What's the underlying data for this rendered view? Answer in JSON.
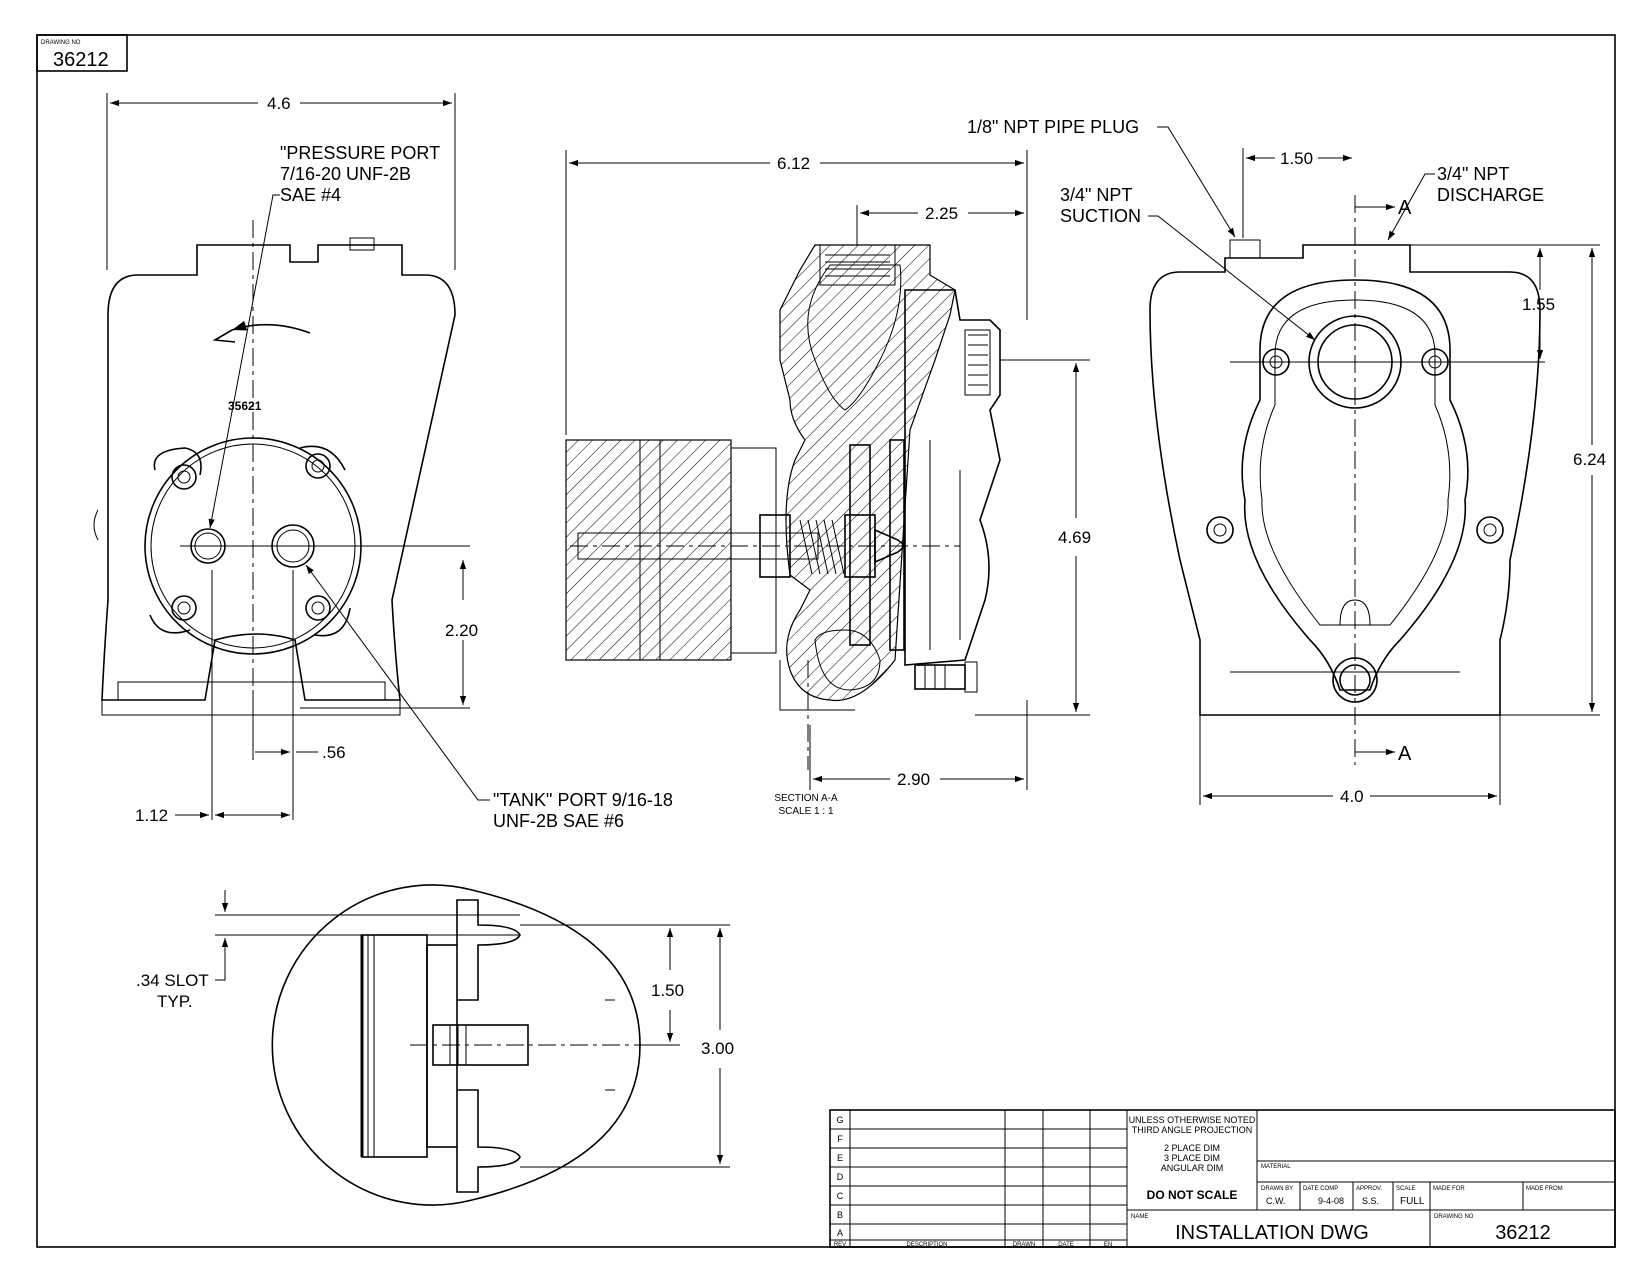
{
  "drawing_no_label": "DRAWING NO",
  "drawing_no": "36212",
  "front_view": {
    "width_dim": "4.6",
    "pressure_port_note": [
      "\"PRESSURE PORT",
      "7/16-20 UNF-2B",
      "SAE #4"
    ],
    "part_mark": "35621",
    "height_dim": "2.20",
    "offset_dim": ".56",
    "spacing_dim": "1.12",
    "tank_port_note": [
      "\"TANK\" PORT 9/16-18",
      "UNF-2B SAE #6"
    ]
  },
  "section_view": {
    "overall_dim": "6.12",
    "suction_offset_dim": "2.25",
    "height_dim": "4.69",
    "base_dim": "2.90",
    "caption": [
      "SECTION A-A",
      "SCALE 1 : 1"
    ]
  },
  "right_view": {
    "pipe_plug_note": "1/8\" NPT PIPE PLUG",
    "suction_note": [
      "3/4\" NPT",
      "SUCTION"
    ],
    "discharge_note": [
      "3/4\" NPT",
      "DISCHARGE"
    ],
    "discharge_offset_dim": "1.50",
    "top_dim": "1.55",
    "overall_height_dim": "6.24",
    "width_dim": "4.0",
    "section_label": "A"
  },
  "detail_view": {
    "slot_note": [
      ".34 SLOT",
      "TYP."
    ],
    "inner_dim": "1.50",
    "outer_dim": "3.00"
  },
  "title_block": {
    "rev_letters": [
      "G",
      "F",
      "E",
      "D",
      "C",
      "B",
      "A"
    ],
    "rev_footer": [
      "REV",
      "DESCRIPTION",
      "DRAWN",
      "DATE",
      "EN"
    ],
    "tolerance_notes": [
      "UNLESS OTHERWISE NOTED",
      "THIRD ANGLE PROJECTION",
      "2 PLACE DIM",
      "3 PLACE DIM",
      "ANGULAR DIM"
    ],
    "do_not_scale": "DO NOT SCALE",
    "material_label": "MATERIAL",
    "drawn_by_label": "DRAWN BY",
    "drawn_by": "C.W.",
    "date_comp_label": "DATE COMP",
    "date_comp": "9-4-08",
    "approv_label": "APPROV.",
    "approv": "S.S.",
    "scale_label": "SCALE",
    "scale": "FULL",
    "made_for_label": "MADE FOR",
    "made_from_label": "MADE FROM",
    "name_label": "NAME",
    "name": "INSTALLATION DWG",
    "drawing_no_label": "DRAWING NO",
    "drawing_no": "36212"
  }
}
